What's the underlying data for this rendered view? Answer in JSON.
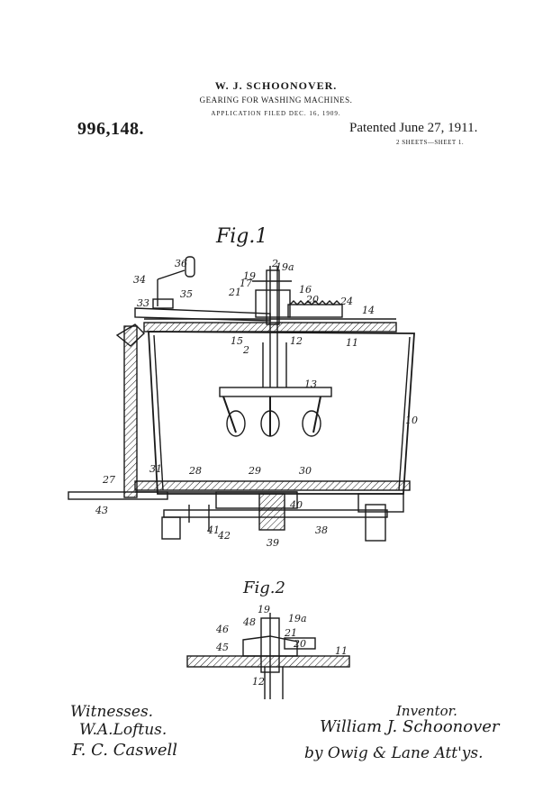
{
  "header": {
    "inventor_name": "W. J. SCHOONOVER.",
    "title": "GEARING FOR WASHING MACHINES.",
    "filed": "APPLICATION FILED DEC. 16, 1909.",
    "patent_number": "996,148.",
    "patented": "Patented June 27, 1911.",
    "sheets": "2 SHEETS—SHEET 1."
  },
  "figures": {
    "fig1_label": "Fig.1",
    "fig2_label": "Fig.2",
    "fig1_refs": [
      "2",
      "19a",
      "19",
      "17",
      "16",
      "21",
      "20",
      "24",
      "14",
      "36",
      "34",
      "35",
      "33",
      "15",
      "12",
      "11",
      "2",
      "13",
      "10",
      "27",
      "31",
      "28",
      "29",
      "30",
      "43",
      "40",
      "41",
      "42",
      "38",
      "39"
    ],
    "fig2_refs": [
      "19",
      "19a",
      "48",
      "46",
      "21",
      "20",
      "45",
      "11",
      "12"
    ]
  },
  "signatures": {
    "witnesses_label": "Witnesses.",
    "witness_1": "W.A.Loftus.",
    "witness_2": "F. C. Caswell",
    "inventor_label": "Inventor.",
    "inventor_signature": "William J. Schoonover",
    "attorneys": "by Owig & Lane Att'ys."
  }
}
